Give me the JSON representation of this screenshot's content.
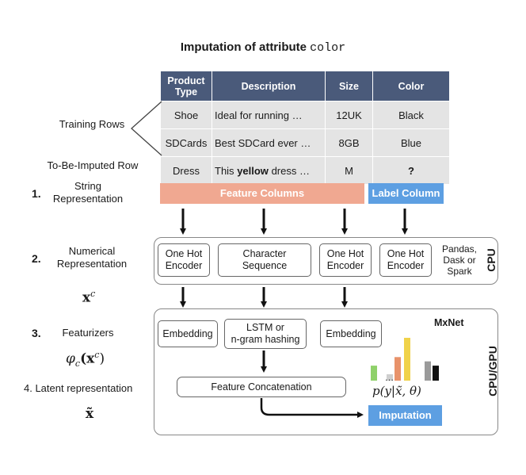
{
  "title": {
    "prefix": "Imputation of attribute",
    "attribute": "color"
  },
  "table": {
    "headers": [
      "Product Type",
      "Description",
      "Size",
      "Color"
    ],
    "rows": [
      [
        "Shoe",
        "Ideal for running …",
        "12UK",
        "Black"
      ],
      [
        "SDCards",
        "Best SDCard ever …",
        "8GB",
        "Blue"
      ],
      [
        "Dress",
        "This |yellow| dress …",
        "M",
        "?"
      ]
    ],
    "desc_row3": {
      "before": "This",
      "bold": "yellow",
      "after": "dress …"
    }
  },
  "left_labels": {
    "training_rows": "Training Rows",
    "to_be_imputed": "To-Be-Imputed Row",
    "step1_num": "1.",
    "step1_line1": "String",
    "step1_line2": "Representation",
    "step2_num": "2.",
    "step2_line1": "Numerical",
    "step2_line2": "Representation",
    "xc": "x",
    "xc_sup": "c",
    "step3_num": "3.",
    "step3_label": "Featurizers",
    "phi": "φ",
    "phi_sub": "c",
    "phi_rest": "(x",
    "phi_close": ")",
    "step4_label": "4. Latent representation",
    "xtilde": "x̃"
  },
  "string_rep": {
    "feature_columns": "Feature Columns",
    "label_column": "Label Column"
  },
  "cpu_panel": {
    "boxes": [
      {
        "line1": "One Hot",
        "line2": "Encoder"
      },
      {
        "line1": "Character",
        "line2": "Sequence"
      },
      {
        "line1": "One Hot",
        "line2": "Encoder"
      },
      {
        "line1": "One Hot",
        "line2": "Encoder"
      }
    ],
    "libs_line1": "Pandas,",
    "libs_line2": "Dask or",
    "libs_line3": "Spark",
    "label": "CPU"
  },
  "gpu_panel": {
    "embedding1": "Embedding",
    "lstm_line1": "LSTM or",
    "lstm_line2": "n-gram hashing",
    "embedding2": "Embedding",
    "framework": "MxNet",
    "concat": "Feature Concatenation",
    "prob_label": "p(y|x̃, θ)",
    "dots": "…",
    "imputation": "Imputation",
    "label": "CPU/GPU"
  },
  "histogram": {
    "values": [
      0.35,
      0.15,
      0.55,
      1.0,
      0.45,
      0.35
    ],
    "colors": [
      "#8fd16a",
      "#cfcfcf",
      "#e8926a",
      "#f0d24a",
      "#9a9a9a",
      "#111111"
    ]
  },
  "colors": {
    "table_header": "#4a5a7a",
    "table_cell": "#e4e4e4",
    "feature": "#f0a891",
    "label": "#5d9fe2"
  }
}
